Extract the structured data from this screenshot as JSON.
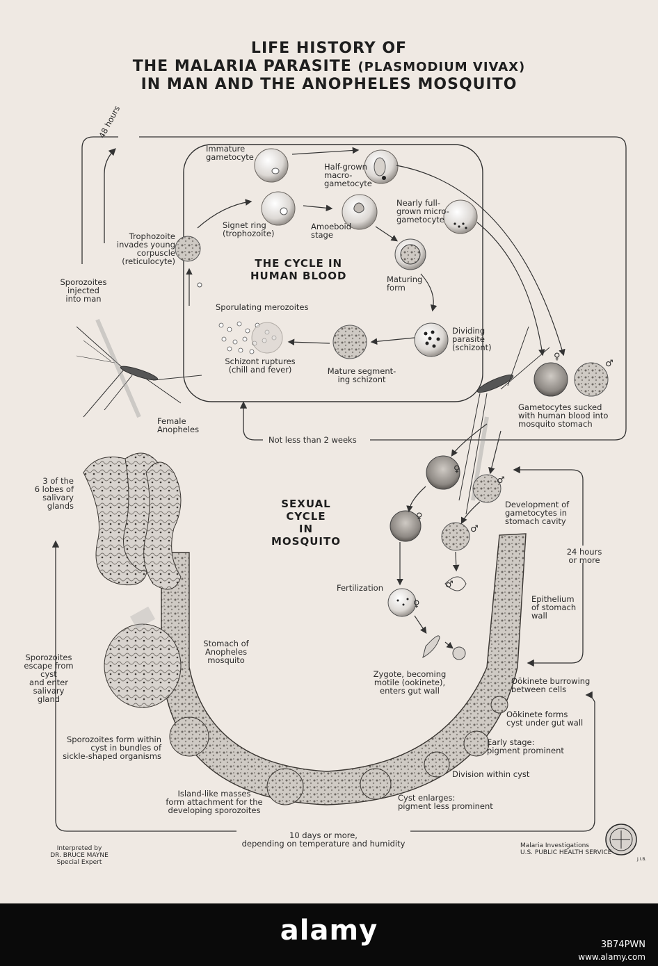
{
  "title": {
    "line1": "LIFE HISTORY OF",
    "line2_main": "THE MALARIA PARASITE",
    "line2_paren": "(PLASMODIUM VIVAX)",
    "line3": "IN MAN AND THE ANOPHELES MOSQUITO"
  },
  "blood_cycle": {
    "heading": "THE CYCLE IN\nHUMAN BLOOD",
    "forty_eight": "48 hours",
    "immature": "Immature\ngametocyte",
    "half_grown": "Half-grown\nmacro-\ngametocyte",
    "nearly_full": "Nearly full-\ngrown micro-\ngametocyte",
    "signet": "Signet ring\n(trophozoite)",
    "amoeboid": "Amoeboid\nstage",
    "trophozoite": "Trophozoite\ninvades young\ncorpuscle\n(reticulocyte)",
    "maturing": "Maturing\nform",
    "sporulating": "Sporulating merozoites",
    "dividing": "Dividing\nparasite\n(schizont)",
    "ruptures": "Schizont ruptures\n(chill and fever)",
    "mature_seg": "Mature segment-\ning schizont"
  },
  "mosquito": {
    "injected": "Sporozoites\ninjected\ninto man",
    "female": "Female\nAnopheles",
    "sucked": "Gametocytes sucked\nwith human blood into\nmosquito stomach",
    "two_weeks": "Not less than 2 weeks",
    "female_symbol": "♀",
    "male_symbol": "♂"
  },
  "sexual_cycle": {
    "heading": "SEXUAL\nCYCLE\nIN\nMOSQUITO",
    "lobes": "3 of the\n6 lobes of\nsalivary\nglands",
    "development": "Development of\ngametocytes in\nstomach cavity",
    "twenty_four": "24 hours\nor more",
    "fertilization": "Fertilization",
    "epithelium": "Epithelium\nof stomach\nwall",
    "stomach": "Stomach of\nAnopheles\nmosquito",
    "escape": "Sporozoites\nescape from\ncyst\nand enter\nsalivary\ngland",
    "zygote": "Zygote, becoming\nmotile (ookinete),\nenters gut wall",
    "burrowing": "Oökinete burrowing\nbetween cells",
    "cyst_forms": "Oökinete forms\ncyst under gut wall",
    "early": "Early stage:\npigment prominent",
    "division": "Division within cyst",
    "bundles": "Sporozoites form within\ncyst in bundles of\nsickle-shaped organisms",
    "island": "Island-like masses\nform attachment for the\ndeveloping sporozoites",
    "enlarges": "Cyst enlarges:\npigment less prominent",
    "ten_days": "10 days or more,\ndepending on temperature and humidity"
  },
  "credits": {
    "left": "Interpreted by\nDR. BRUCE MAYNE\nSpecial Expert",
    "right": "Malaria Investigations\nU.S. PUBLIC HEALTH SERVICE",
    "initials": "J.I.B."
  },
  "watermark": {
    "text": "alamy",
    "stock_id": "3B74PWN",
    "url": "www.alamy.com"
  },
  "colors": {
    "paper": "#efe9e3",
    "ink": "#2a2a2a",
    "banner": "#0a0a0a"
  }
}
